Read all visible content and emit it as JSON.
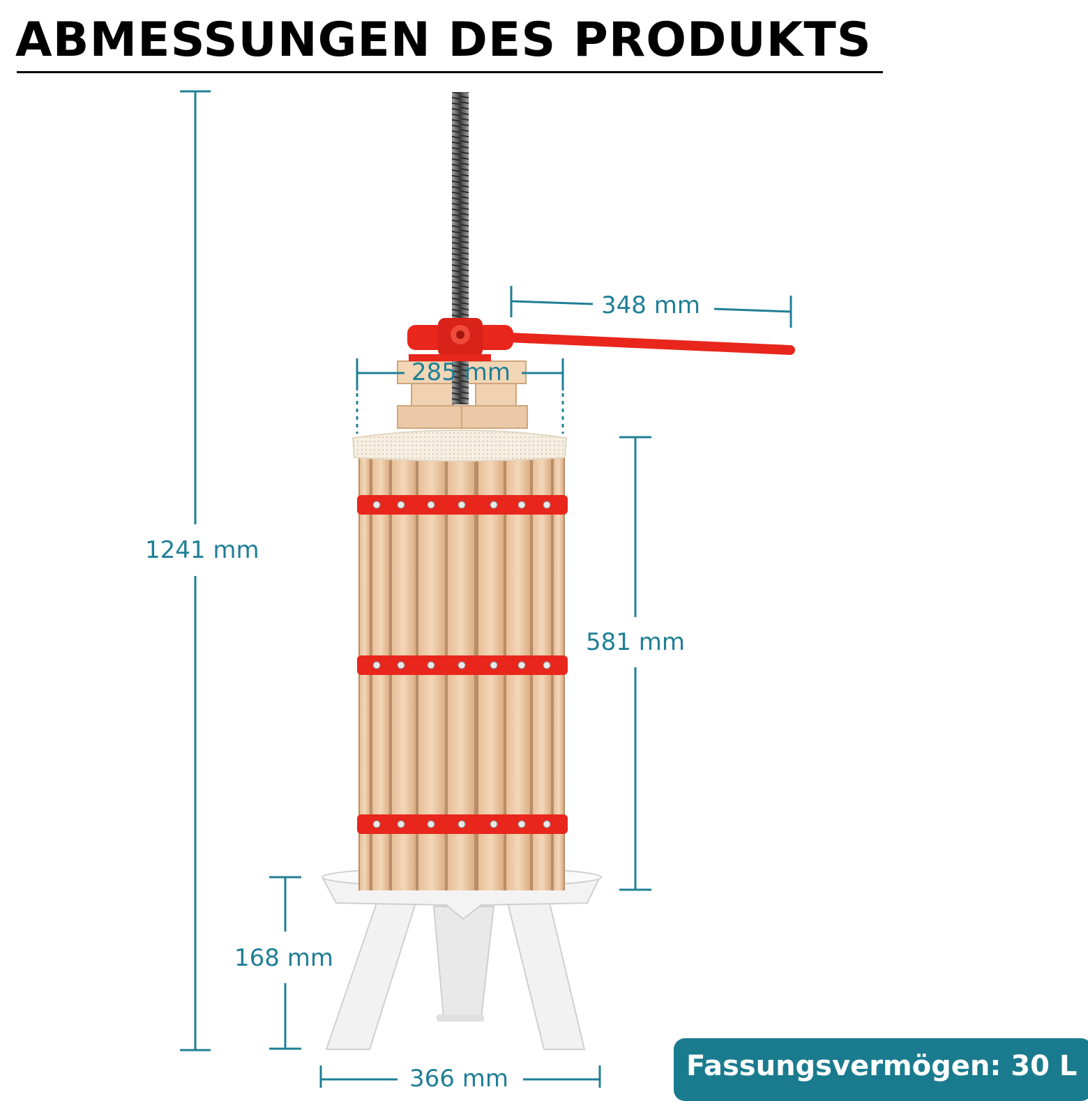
{
  "title": "ABMESSUNGEN DES PRODUKTS",
  "dimensions": {
    "total_height": "1241 mm",
    "handle_length": "348 mm",
    "top_width": "285 mm",
    "barrel_height": "581 mm",
    "leg_height": "168 mm",
    "base_width": "366 mm"
  },
  "capacity": "Fassungsvermögen: 30 L",
  "colors": {
    "accent": "#1f7f96",
    "badge": "#1b7b8e",
    "iron": "#e8261c",
    "wood": "#ecc9a6"
  }
}
